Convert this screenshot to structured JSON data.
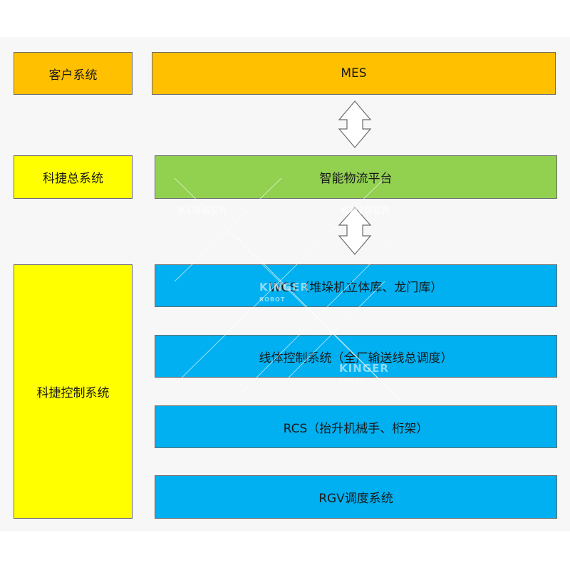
{
  "labels": {
    "customer_system": "客户系统",
    "kinger_general_system": "科捷总系统",
    "kinger_control_system": "科捷控制系统"
  },
  "systems": {
    "mes": "MES",
    "logistics_platform": "智能物流平台",
    "wcs": "WCS（堆垛机立体库、龙门库）",
    "line_control": "线体控制系统（全厂输送线总调度）",
    "rcs": "RCS（抬升机械手、桁架）",
    "rgv": "RGV调度系统"
  },
  "watermark": {
    "brand": "KINGER",
    "sub": "ROBOT"
  },
  "colors": {
    "orange": "#ffc000",
    "yellow": "#ffff00",
    "green": "#92d050",
    "blue": "#00b0f0",
    "background": "#f7f7f7"
  }
}
